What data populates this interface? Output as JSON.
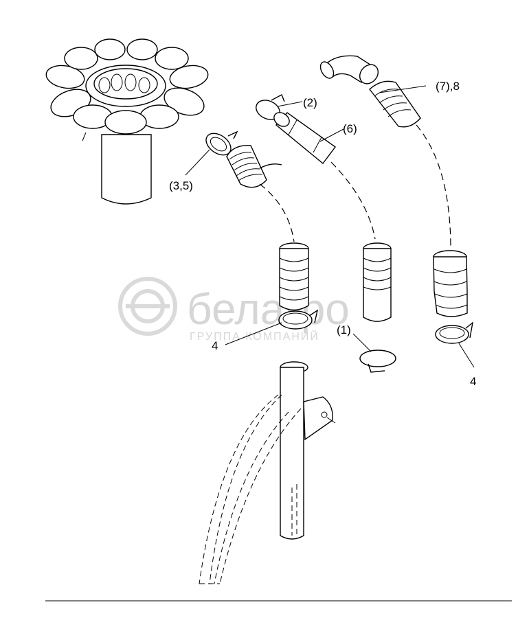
{
  "corner_mark": "",
  "watermark": {
    "brand": "белагро",
    "subtitle": "ГРУППА КОМПАНИЙ",
    "color": "#d6d6d6"
  },
  "labels": {
    "part_7_8": "(7),8",
    "part_2": "(2)",
    "part_6": "(6)",
    "part_3_5": "(3,5)",
    "part_4_left": "4",
    "part_1": "(1)",
    "part_4_right": "4"
  }
}
